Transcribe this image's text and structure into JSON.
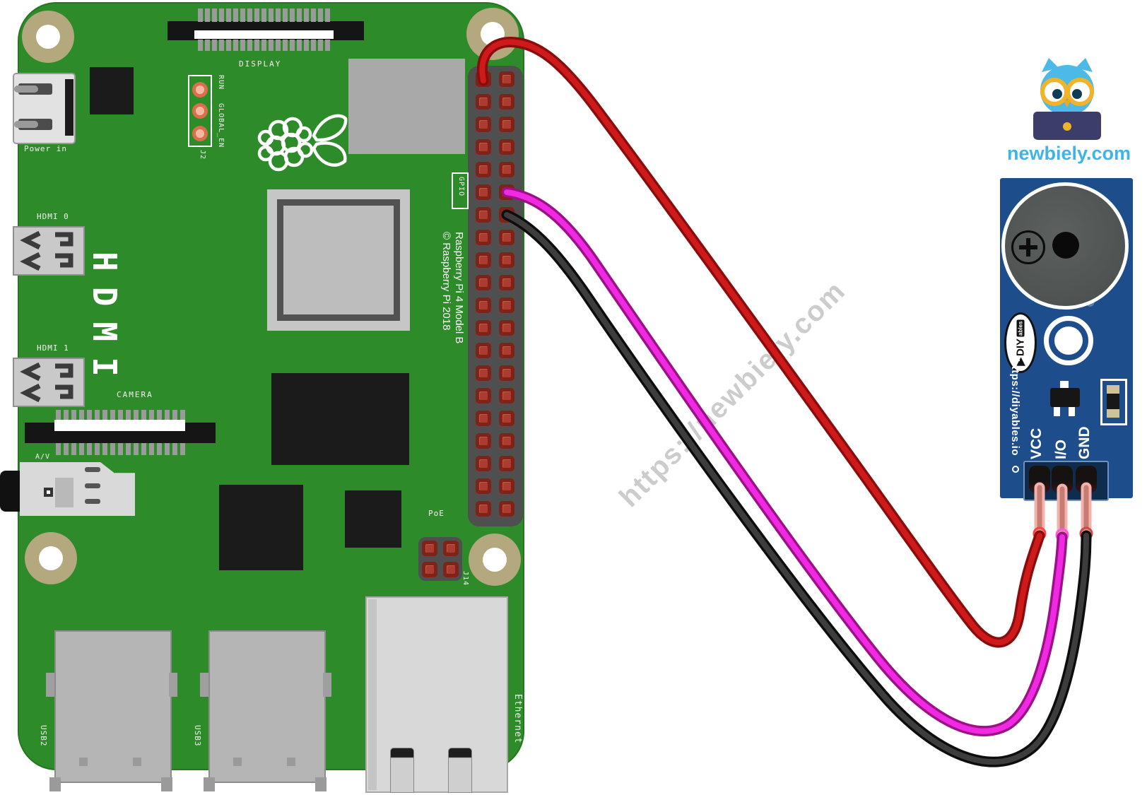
{
  "branding": {
    "site": "newbiely.com",
    "watermark": "https://newbiely.com",
    "accent_blue": "#41b4e6"
  },
  "raspberry_pi": {
    "board_color": "#2e8b2a",
    "title_line1": "Raspberry Pi 4 Model B",
    "title_line2": "© Raspberry Pi 2018",
    "labels": {
      "power": "Power in",
      "display": "DISPLAY",
      "run": "RUN",
      "global_en": "GLOBAL_EN",
      "j2": "J2",
      "gpio": "GPIO",
      "hdmi_big": "HDMI",
      "hdmi0": "HDMI 0",
      "hdmi1": "HDMI 1",
      "camera": "CAMERA",
      "av": "A/V",
      "poe": "PoE",
      "j14": "J14",
      "ethernet": "Ethernet",
      "usb2": "USB2",
      "usb3": "USB3"
    },
    "gpio_header": {
      "rows": 20,
      "cols": 2
    },
    "poe_header": {
      "rows": 2,
      "cols": 2
    }
  },
  "buzzer_module": {
    "pcb_color": "#1d4e8b",
    "brand_line1": "DIY",
    "brand_line2": "ables",
    "url": "https://diyables.io",
    "watermark": "https://diyables.io",
    "pins": [
      {
        "label": "VCC",
        "wire_color_name": "red",
        "wire_color": "#ce1a1a"
      },
      {
        "label": "I/O",
        "wire_color_name": "magenta",
        "wire_color": "#ef2ae2"
      },
      {
        "label": "GND",
        "wire_color_name": "black",
        "wire_color": "#3d3d3d"
      }
    ]
  },
  "wires": [
    {
      "color_name": "red",
      "color": "#ce1a1a",
      "connects_module_pin": "VCC",
      "gpio_row": 1,
      "gpio_col": "left"
    },
    {
      "color_name": "magenta",
      "color": "#ef2ae2",
      "connects_module_pin": "I/O",
      "gpio_row": 6,
      "gpio_col": "right"
    },
    {
      "color_name": "black",
      "color": "#3d3d3d",
      "connects_module_pin": "GND",
      "gpio_row": 7,
      "gpio_col": "right"
    }
  ]
}
